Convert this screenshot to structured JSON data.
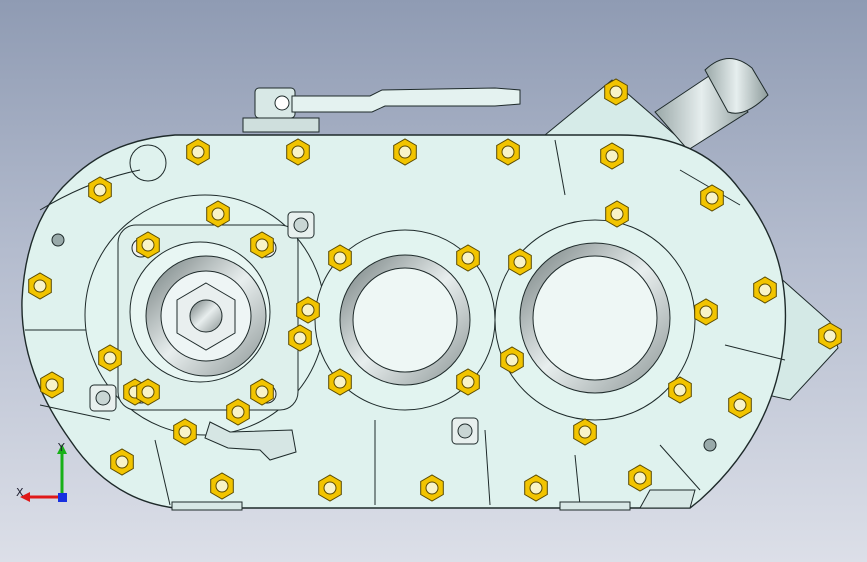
{
  "viewport": {
    "background_top": "#8f9bb3",
    "background_bottom": "#dcdfe8"
  },
  "model": {
    "body_color": "#dff2ee",
    "edge_color": "#1e2a2a",
    "bolt_color": "#f2c400",
    "bolt_hole_color": "#f8f3c8",
    "shaft_color": "#b9c6c6",
    "bearing_housings": 3,
    "bolt_count": 40
  },
  "triad": {
    "x_label": "X",
    "y_label": "Y",
    "x_color": "#e01818",
    "y_color": "#18b018",
    "z_color": "#1830e0"
  }
}
